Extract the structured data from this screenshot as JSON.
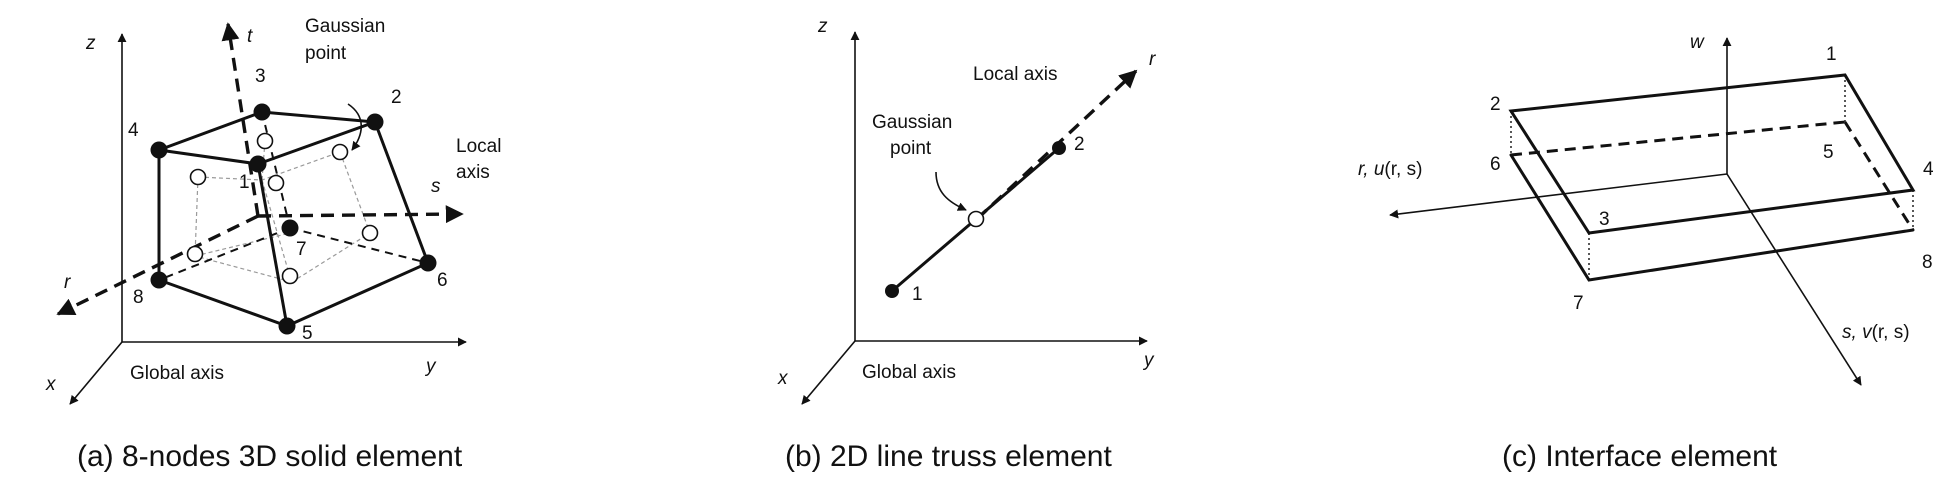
{
  "panel_a": {
    "caption": "(a) 8-nodes 3D solid element",
    "global_axes": {
      "x": "x",
      "y": "y",
      "z": "z",
      "label": "Global axis"
    },
    "local_axes": {
      "r": "r",
      "s": "s",
      "t": "t",
      "label_line1": "Local",
      "label_line2": "axis"
    },
    "gauss_label_line1": "Gaussian",
    "gauss_label_line2": "point",
    "nodes": [
      "1",
      "2",
      "3",
      "4",
      "5",
      "6",
      "7",
      "8"
    ]
  },
  "panel_b": {
    "caption": "(b) 2D line truss element",
    "global_axes": {
      "x": "x",
      "y": "y",
      "z": "z",
      "label": "Global axis"
    },
    "local_axis": {
      "r": "r",
      "label": "Local axis"
    },
    "gauss_label_line1": "Gaussian",
    "gauss_label_line2": "point",
    "nodes": [
      "1",
      "2"
    ]
  },
  "panel_c": {
    "caption": "(c) Interface element",
    "axes": {
      "w": "w",
      "r_pre": "r, ",
      "r_fn": "u",
      "r_args": "(r, s)",
      "s_pre": "s, ",
      "s_fn": "v",
      "s_args": "(r, s)"
    },
    "nodes": [
      "1",
      "2",
      "3",
      "4",
      "5",
      "6",
      "7",
      "8"
    ]
  }
}
